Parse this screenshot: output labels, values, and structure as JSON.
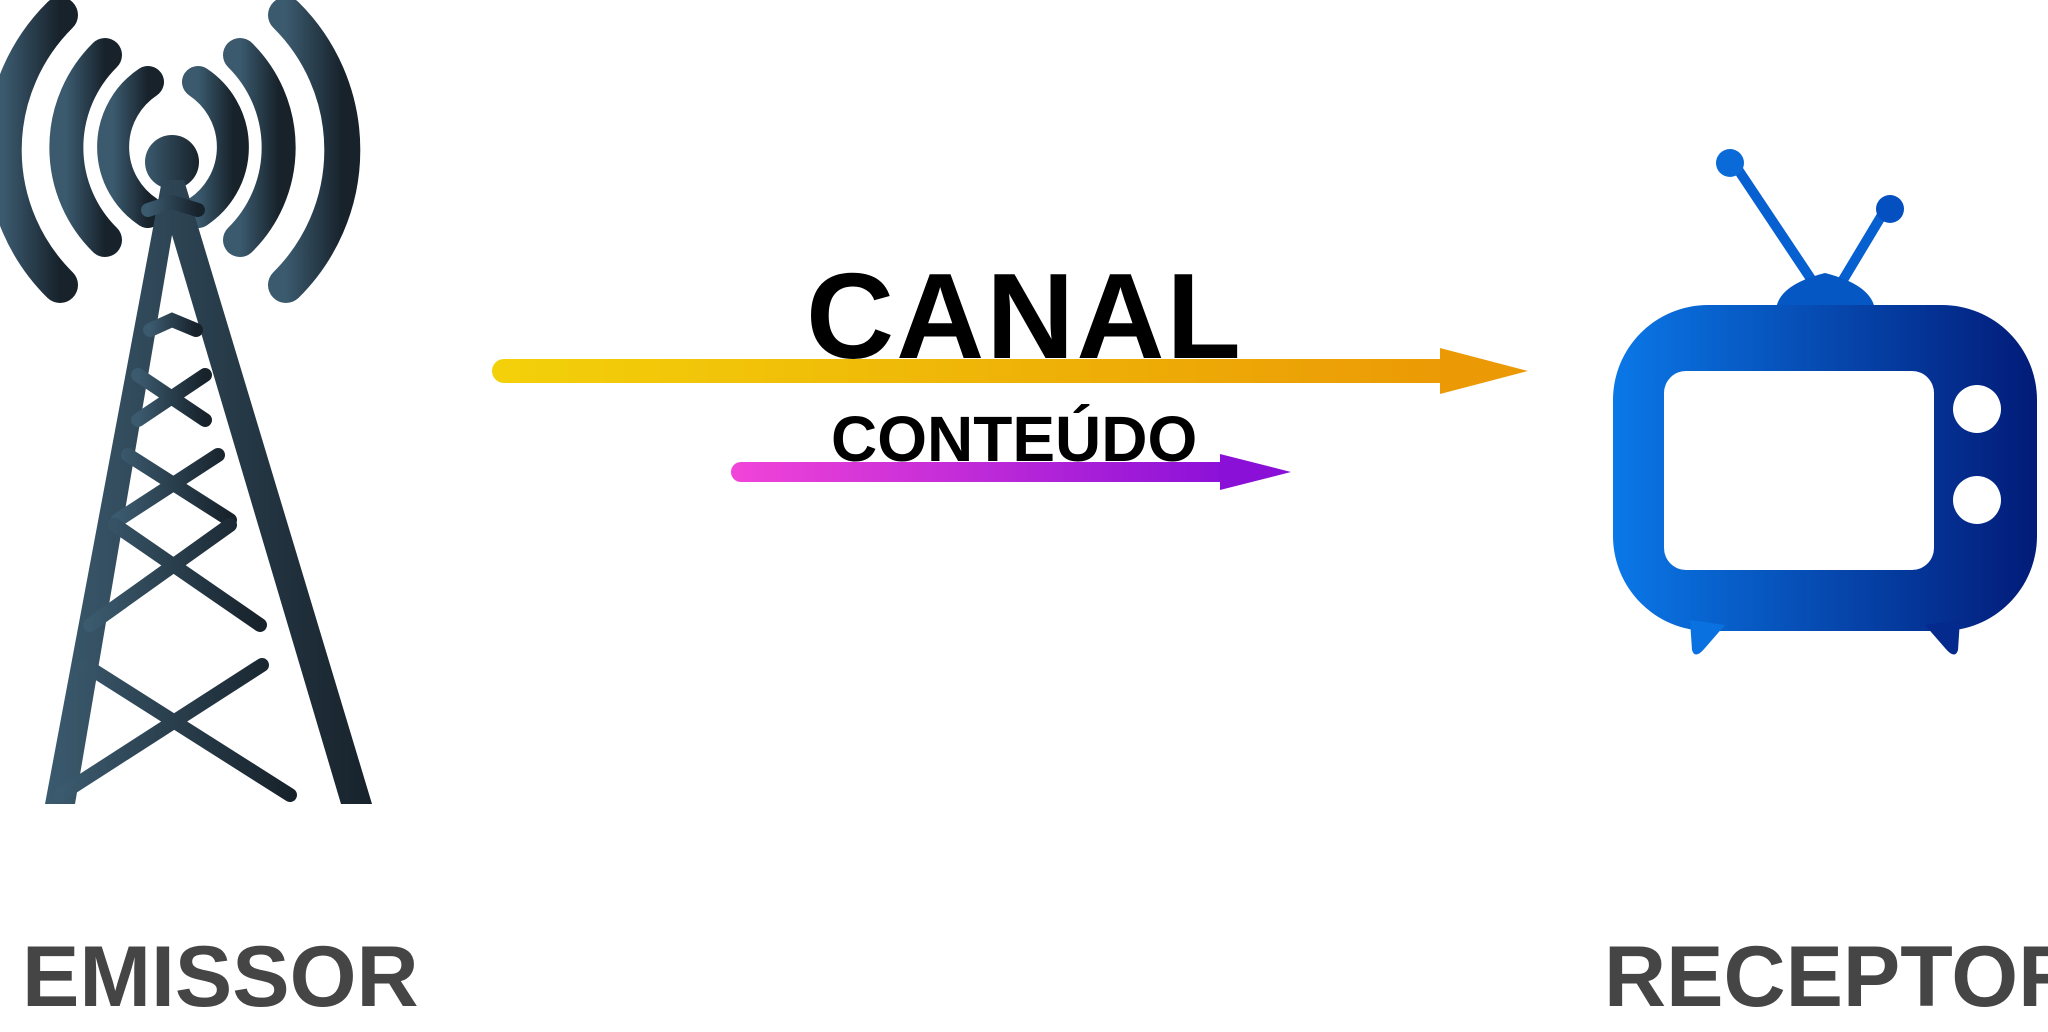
{
  "diagram": {
    "channel_label": "CANAL",
    "content_label": "CONTEÚDO",
    "sender_label": "EMISSOR",
    "receiver_label": "RECEPTOR"
  },
  "icons": {
    "sender": "radio-tower-icon",
    "receiver": "television-icon"
  },
  "colors": {
    "tower_light": "#3b5a6e",
    "tower_dark": "#17222b",
    "tv_light": "#0a78e8",
    "tv_dark": "#021b78",
    "channel_arrow_start": "#f3d10a",
    "channel_arrow_end": "#eb9a05",
    "content_arrow_start": "#f244d8",
    "content_arrow_end": "#8a10d8",
    "label_text": "#454545"
  }
}
